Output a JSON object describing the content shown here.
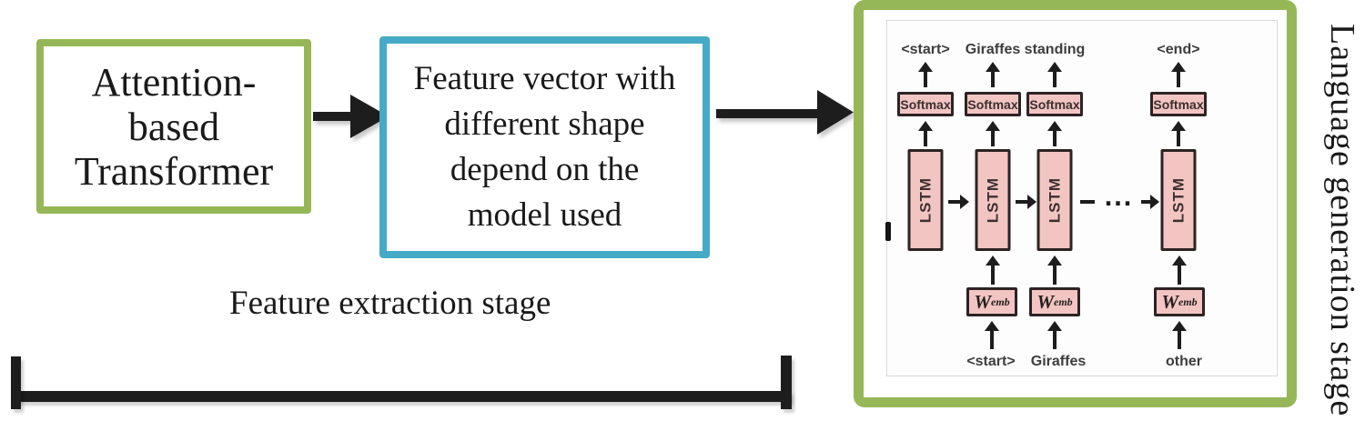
{
  "figure": {
    "transformer_box": {
      "lines": [
        "Attention-",
        "based",
        "Transformer"
      ]
    },
    "feature_vector_box": {
      "lines": [
        "Feature vector with",
        "different shape",
        "depend on the",
        "model used"
      ]
    },
    "feature_extraction_label": "Feature extraction stage",
    "language_generation_label": "Language generation stage"
  },
  "lstm_diagram": {
    "top_words": [
      "<start>",
      "Giraffes",
      "standing",
      "<end>"
    ],
    "softmax_label": "Softmax",
    "lstm_label": "LSTM",
    "wemb": {
      "base": "W",
      "subscript": "emb"
    },
    "bottom_words": [
      "<start>",
      "Giraffes",
      "other"
    ],
    "ellipsis": "..."
  },
  "colors": {
    "green": "#96b757",
    "blue": "#45aac6",
    "pink": "#f2c5c3",
    "pink-border": "#2d2323",
    "ink": "#1d1d1d",
    "text": "#1a1a1a",
    "diagram-text": "#3d3d3d",
    "diagram-accent": "#3c2f2f"
  }
}
